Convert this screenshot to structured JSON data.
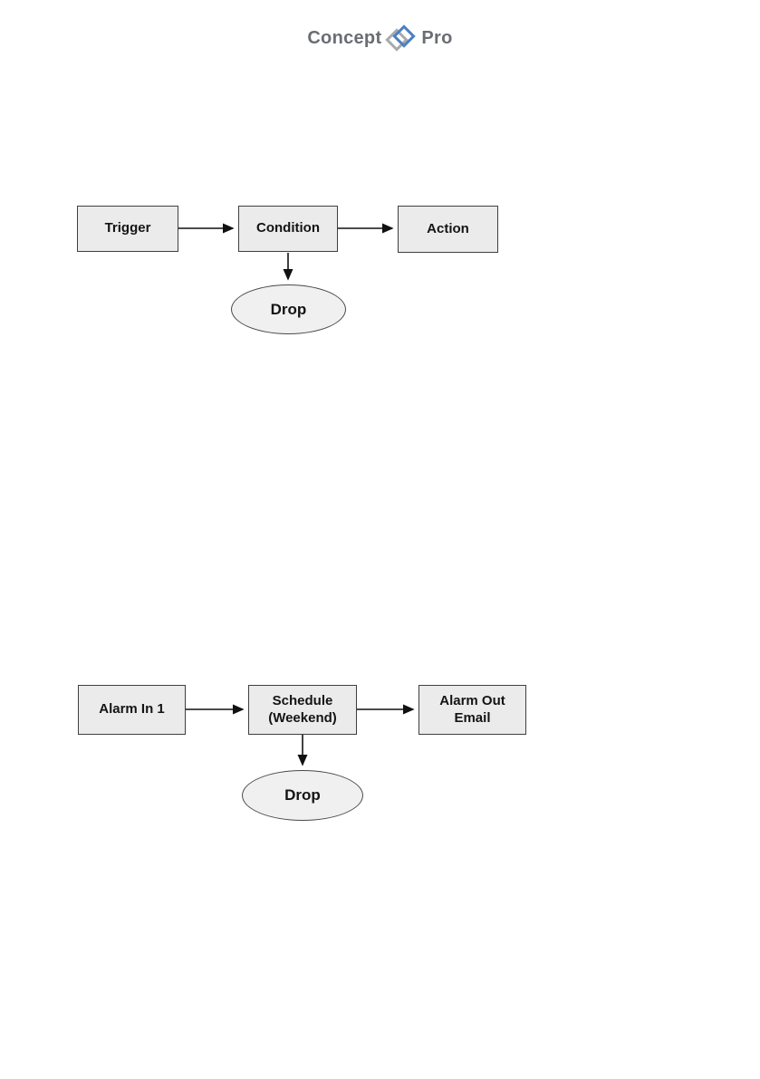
{
  "logo": {
    "text_left": "Concept",
    "text_right": "Pro",
    "icon": "interlocking-diamonds-icon",
    "text_color": "#6a6e73",
    "icon_blue": "#4d80c2",
    "icon_gray": "#a7aaae"
  },
  "colors": {
    "node_fill": "#ebebeb",
    "node_border": "#3f3f3f",
    "ellipse_fill": "#f0f0f0",
    "arrow": "#111111",
    "background": "#ffffff"
  },
  "diagrams": [
    {
      "name": "rule-structure-flow",
      "nodes": [
        {
          "label": "Trigger"
        },
        {
          "label": "Condition"
        },
        {
          "label": "Action"
        }
      ],
      "terminal": {
        "label": "Drop"
      }
    },
    {
      "name": "rule-example-flow",
      "nodes": [
        {
          "label": "Alarm In 1"
        },
        {
          "label": "Schedule\n(Weekend)"
        },
        {
          "label": "Alarm Out\nEmail"
        }
      ],
      "terminal": {
        "label": "Drop"
      }
    }
  ]
}
